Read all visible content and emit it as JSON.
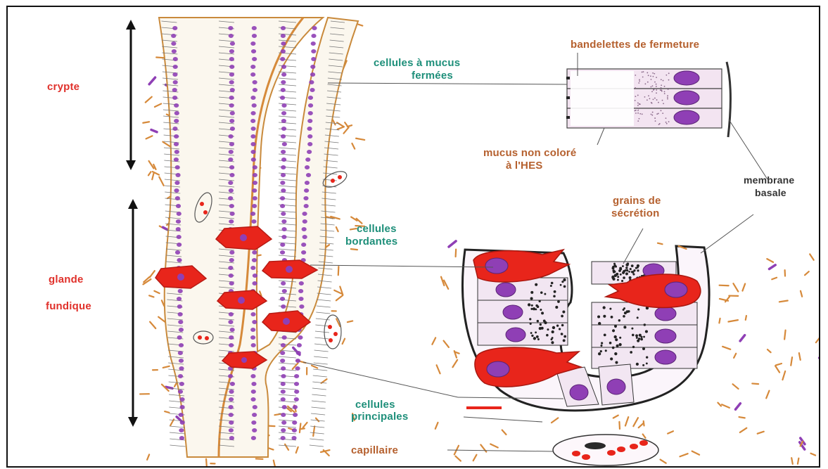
{
  "labels": {
    "crypte": "crypte",
    "glande_1": "glande",
    "glande_2": "fundique",
    "mucus_fermees_1": "cellules à mucus",
    "mucus_fermees_2": "fermées",
    "bandelettes": "bandelettes de fermeture",
    "mucus_non_colore_1": "mucus non coloré",
    "mucus_non_colore_2": "à l'HES",
    "membrane_1": "membrane",
    "membrane_2": "basale",
    "grains_1": "grains de",
    "grains_2": "sécrétion",
    "bordantes_1": "cellules",
    "bordantes_2": "bordantes",
    "principales_1": "cellules",
    "principales_2": "principales",
    "capillaire": "capillaire"
  },
  "colors": {
    "red_label": "#e0312b",
    "teal_label": "#1e8f7a",
    "brown_label": "#b5602e",
    "dark_label": "#333333",
    "parietal_cell": "#e8251b",
    "nucleus_purple": "#8f3fb5",
    "connective_orange": "#d6893a",
    "mucus_pink": "#f2dff0"
  }
}
